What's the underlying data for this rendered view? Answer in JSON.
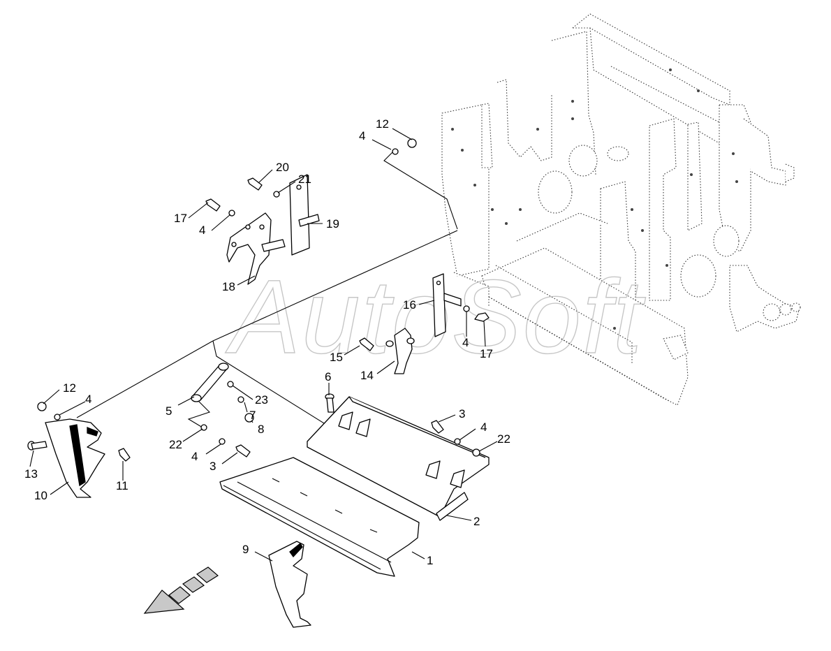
{
  "watermark": "AutoSoft",
  "callouts": [
    {
      "id": "c12a",
      "text": "12"
    },
    {
      "id": "c4a",
      "text": "4"
    },
    {
      "id": "c20",
      "text": "20"
    },
    {
      "id": "c21",
      "text": "21"
    },
    {
      "id": "c17a",
      "text": "17"
    },
    {
      "id": "c4b",
      "text": "4"
    },
    {
      "id": "c19",
      "text": "19"
    },
    {
      "id": "c18",
      "text": "18"
    },
    {
      "id": "c16",
      "text": "16"
    },
    {
      "id": "c4c",
      "text": "4"
    },
    {
      "id": "c17b",
      "text": "17"
    },
    {
      "id": "c15",
      "text": "15"
    },
    {
      "id": "c14",
      "text": "14"
    },
    {
      "id": "c6",
      "text": "6"
    },
    {
      "id": "c12b",
      "text": "12"
    },
    {
      "id": "c4d",
      "text": "4"
    },
    {
      "id": "c5",
      "text": "5"
    },
    {
      "id": "c23",
      "text": "23"
    },
    {
      "id": "c7",
      "text": "7"
    },
    {
      "id": "c8",
      "text": "8"
    },
    {
      "id": "c3a",
      "text": "3"
    },
    {
      "id": "c4e",
      "text": "4"
    },
    {
      "id": "c22a",
      "text": "22"
    },
    {
      "id": "c22b",
      "text": "22"
    },
    {
      "id": "c4f",
      "text": "4"
    },
    {
      "id": "c3b",
      "text": "3"
    },
    {
      "id": "c13",
      "text": "13"
    },
    {
      "id": "c11",
      "text": "11"
    },
    {
      "id": "c10",
      "text": "10"
    },
    {
      "id": "c2",
      "text": "2"
    },
    {
      "id": "c1",
      "text": "1"
    },
    {
      "id": "c9",
      "text": "9"
    }
  ]
}
